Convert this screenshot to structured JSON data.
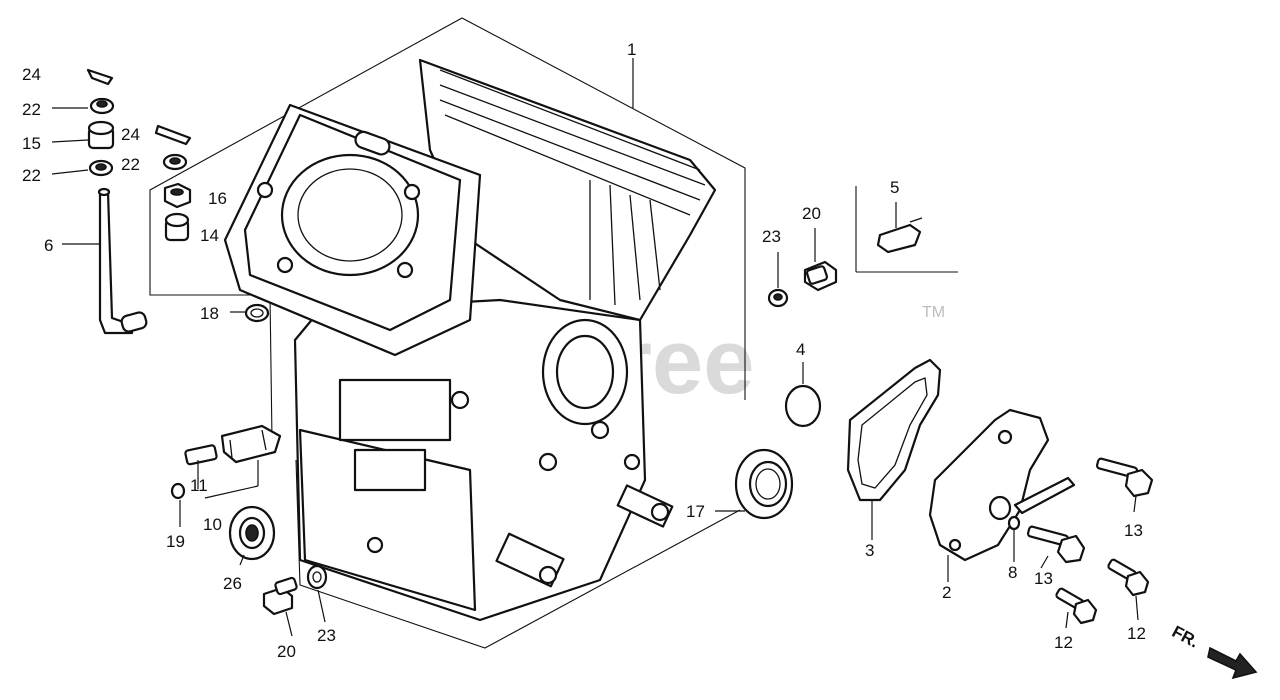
{
  "watermark": {
    "text": "PartsTree",
    "trademark": "TM"
  },
  "orientation": {
    "label": "FR."
  },
  "parts": {
    "p1": "1",
    "p2": "2",
    "p3": "3",
    "p4": "4",
    "p5": "5",
    "p6": "6",
    "p8": "8",
    "p10": "10",
    "p11": "11",
    "p12a": "12",
    "p12b": "12",
    "p13a": "13",
    "p13b": "13",
    "p14": "14",
    "p15": "15",
    "p16": "16",
    "p17": "17",
    "p18": "18",
    "p19": "19",
    "p20a": "20",
    "p20b": "20",
    "p22a": "22",
    "p22b": "22",
    "p22c": "22",
    "p23a": "23",
    "p23b": "23",
    "p24a": "24",
    "p24b": "24",
    "p26": "26"
  },
  "colors": {
    "line": "#111111",
    "watermark": "#bdbdbd",
    "background": "#ffffff"
  }
}
